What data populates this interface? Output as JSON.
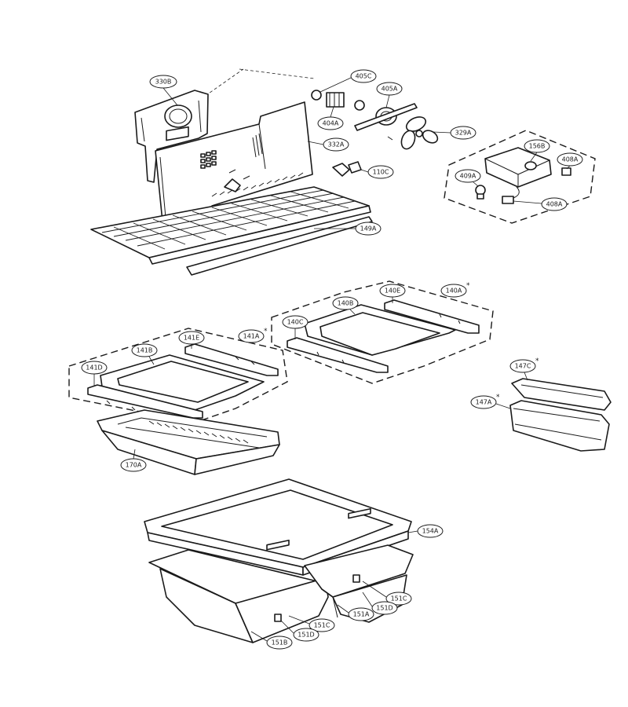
{
  "labels": {
    "p330B": "330B",
    "p405C": "405C",
    "p405A": "405A",
    "p404A": "404A",
    "p332A": "332A",
    "p329A": "329A",
    "p110C": "110C",
    "p149A": "149A",
    "p156B": "156B",
    "p408Ab": "408A",
    "p409A": "409A",
    "p408A": "408A",
    "p140E": "140E",
    "p140A": "140A",
    "p140B": "140B",
    "p140C": "140C",
    "p141E": "141E",
    "p141A": "141A",
    "p141B": "141B",
    "p141D": "141D",
    "p170A": "170A",
    "p147C": "147C",
    "p147A": "147A",
    "p154A": "154A",
    "p151C": "151C",
    "p151D": "151D",
    "p151A": "151A",
    "p151Cb": "151C",
    "p151Db": "151D",
    "p151B": "151B"
  },
  "marks": {
    "star": "*"
  }
}
